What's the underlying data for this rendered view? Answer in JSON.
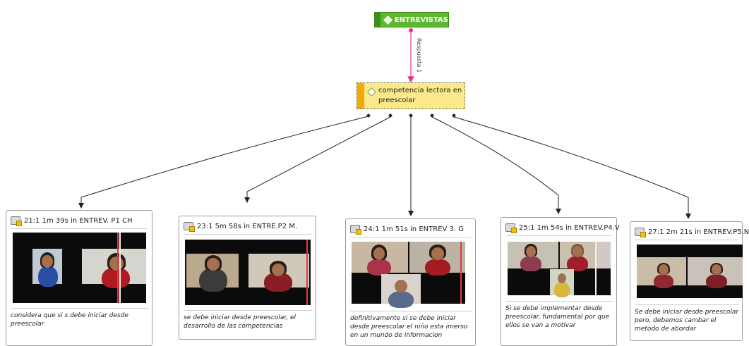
{
  "root": {
    "label": "ENTREVISTAS"
  },
  "relation": {
    "label": "Respuesta 1"
  },
  "code": {
    "label": "competencia lectora en preescolar"
  },
  "quotations": [
    {
      "id": "21:1 1m 39s in ENTREV. P1 CH",
      "text": "considera que si s debe iniciar desde preescolar"
    },
    {
      "id": "23:1 5m 58s in ENTRE.P2 M.",
      "text": "se debe iniciar desde preescolar, el desarrollo de las competencias"
    },
    {
      "id": "24:1 1m 51s in ENTREV 3. G",
      "text": "definitivamente si se debe iniciar desde preescolar el niño esta imerso en un mundo de informacion"
    },
    {
      "id": "25:1 1m 54s in ENTREV.P4.V",
      "text": "Si se debe implementar desde preescolar, fundamental por que ellos se van a motivar"
    },
    {
      "id": "27:1 2m 21s in ENTREV.P5.N",
      "text": "Se debe iniciar desde preescolar pero, debemos cambar el metodo de abordar"
    }
  ],
  "colors": {
    "root": "#5cb82e",
    "code": "#fbe98b",
    "code_bar": "#f2a900",
    "relation_line": "#e0358f",
    "link_line": "#222222"
  }
}
